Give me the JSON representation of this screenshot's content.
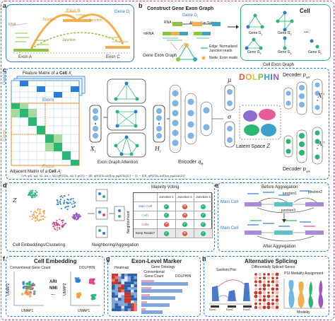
{
  "panel_letters": [
    "a",
    "b",
    "c",
    "d",
    "e",
    "f",
    "g",
    "h"
  ],
  "a": {
    "gene_g": "Gene G",
    "gene_g_sub": "i",
    "exon_b": "Exon B",
    "exon_a": "Exon A",
    "exon_c": "Exon C",
    "rna": "RNA",
    "junction1": "Junction",
    "junction2": "Junction",
    "junction3": "Junction"
  },
  "b": {
    "title": "Construct Gene Exon Graph",
    "rna": "RNA",
    "mrna": "mRNA",
    "gene_g": "Gene G",
    "gene_g_sub": "i",
    "alt_splicing": "Alternative Splicing",
    "graph_label": "Gene Exon Graph",
    "legend_edge": "Edge: Normalized Junction reads",
    "legend_node": "Node: Exon reads",
    "cell_title": "Cell",
    "cell_graph_label": "Cell Exon Graph",
    "cell_genes": [
      {
        "label": "Gene G",
        "sub": "1"
      },
      {
        "label": "Gene G",
        "sub": "2"
      },
      {
        "label": "Gene G",
        "sub": "3"
      },
      {
        "label": "Gene G",
        "sub": "4"
      },
      {
        "label": "Gene G",
        "sub": "n"
      }
    ],
    "ellipsis": "..."
  },
  "c": {
    "feature_matrix": "Feature Matrix of a ",
    "feature_matrix_b": "Cell",
    "feature_matrix_x": "X",
    "feature_matrix_sub": "i",
    "genes": "Genes",
    "exons": "Exons",
    "exons_left": "Exons",
    "exons_bottom": "Exons",
    "adjacent_matrix": "Adjacent Matrix of a ",
    "adjacent_matrix_b": "Cell",
    "adjacent_matrix_a": "A",
    "adjacent_matrix_sub": "i",
    "attention": "Exon Graph Attention",
    "xi": "X",
    "xi_sub": "i",
    "hi": "H",
    "hi_sub": "i",
    "encoder": "Encoder",
    "encoder_q": "q",
    "encoder_theta": "θ",
    "mu": "μ",
    "sigma": "σ",
    "dolphin": [
      "D",
      "O",
      "L",
      "P",
      "H",
      "I",
      "N"
    ],
    "dolphin_colors": [
      "#e5553f",
      "#f0a33a",
      "#e6c53c",
      "#7dbb48",
      "#3aa1c9",
      "#4b6fd0",
      "#9a57c7"
    ],
    "latent": "Latent Space",
    "latent_z": "Z",
    "decoder1": "Decoder",
    "decoder1_p": "p",
    "decoder1_sub": "φX",
    "decoder2": "Decoder",
    "decoder2_p": "p",
    "decoder2_sub": "φA",
    "xi_prime": "X",
    "xi_prime_sub": "i",
    "xi_prime_mark": "'",
    "ai_prime": "A",
    "ai_prime_sub": "i",
    "ai_prime_mark": "'",
    "loss": "ℒ(θ, φX, φA; Xi, Ai) = KL(qθ(Z|Xi, Ai) || p(Z)) − βE_qθ(Z|Xi,Ai)[log pφX(Xi|Z)] − (1 − β)E_qθ(Z|Xi,Ai)[log pφA(Ai|Z)]"
  },
  "d": {
    "z": "Z",
    "majority": "Majority Voting",
    "neighborhood": "Neighborhood",
    "headers": [
      "",
      "Junction 1",
      "Junction 2",
      "Junction 3"
    ],
    "rows": [
      {
        "label": "Main Cell",
        "color": "#2c7bd6",
        "marks": [
          "check",
          "cross",
          "check"
        ]
      },
      {
        "label": "Cell1",
        "color": "#2bb673",
        "marks": [
          "check",
          "cross",
          "check"
        ]
      },
      {
        "label": "Cell2",
        "color": "#d6448a",
        "marks": [
          "cross",
          "check",
          "check"
        ]
      },
      {
        "label": "Keep Reads?",
        "color": "#222222",
        "marks": [
          "check",
          "cross",
          "check"
        ]
      }
    ],
    "caption1": "Cell Embeddings/Clustering",
    "caption2": "Neighboring/Aggregation"
  },
  "e": {
    "before": "Before Aggregation",
    "after": "After Aggregation",
    "main_cell_1": "Main Cell",
    "main_cell_2": "Main Cell",
    "junction1": "junction1",
    "junction2": "junction2",
    "junction3": "junction3"
  },
  "f": {
    "title": "Cell Embedding",
    "left": "Conventional Gene Count",
    "right": "DOLPHIN",
    "metric1": "ARI",
    "metric2": "NMI",
    "metric3": "...",
    "umap1a": "UMAP1",
    "umap1b": "UMAP1",
    "umap2a": "UMAP2",
    "umap2b": "UMAP2"
  },
  "g": {
    "title": "Exon-Level Marker",
    "heatmap": "Heatmap",
    "go_title": "Gene Ontology",
    "go_left": "Conventional Gene Count",
    "go_right": "DOLPHIN"
  },
  "h": {
    "title": "Alternative Splicing",
    "subtitle": "Differentially Spliced Genes",
    "sashimi": "Sashimi Plot",
    "psi": "PSI Modality Assignment",
    "modality": "Modality",
    "exon_labels": [
      "Exon1",
      "Exon2",
      "Exon3"
    ]
  },
  "colors": {
    "frame": "#c9488a",
    "blue": "#2c7bd6",
    "green": "#2bb673",
    "pink": "#d6448a",
    "orange": "#f0a33a",
    "exon_green": "#8cc63f",
    "exon_orange": "#f3b04a"
  }
}
